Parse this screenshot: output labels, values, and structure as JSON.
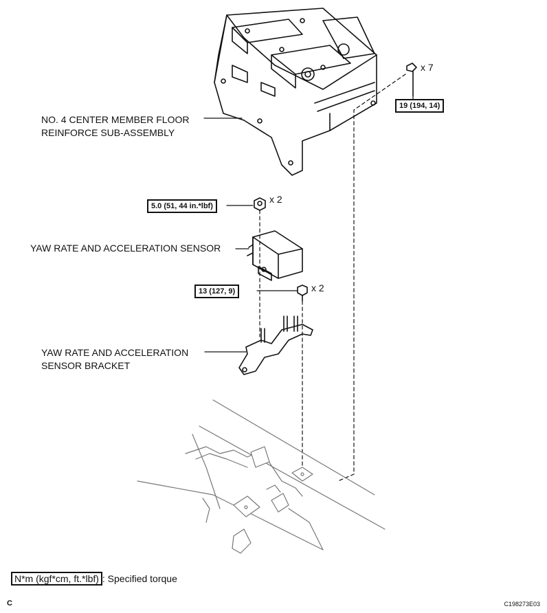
{
  "parts": {
    "floor_reinforce": [
      "NO. 4 CENTER MEMBER FLOOR",
      "REINFORCE SUB-ASSEMBLY"
    ],
    "sensor": "YAW RATE AND ACCELERATION SENSOR",
    "bracket": [
      "YAW RATE AND ACCELERATION",
      "SENSOR BRACKET"
    ]
  },
  "torques": {
    "floor_bolt": "19 (194, 14)",
    "sensor_nut": "5.0 (51, 44 in.*lbf)",
    "bracket_bolt": "13 (127, 9)"
  },
  "quantities": {
    "floor_bolt": "x 7",
    "sensor_nut": "x 2",
    "bracket_bolt": "x 2"
  },
  "legend": {
    "unit_box": "N*m (kgf*cm, ft.*lbf)",
    "text": ": Specified torque"
  },
  "footer": {
    "corner": "C",
    "figure_code": "C198273E03"
  }
}
